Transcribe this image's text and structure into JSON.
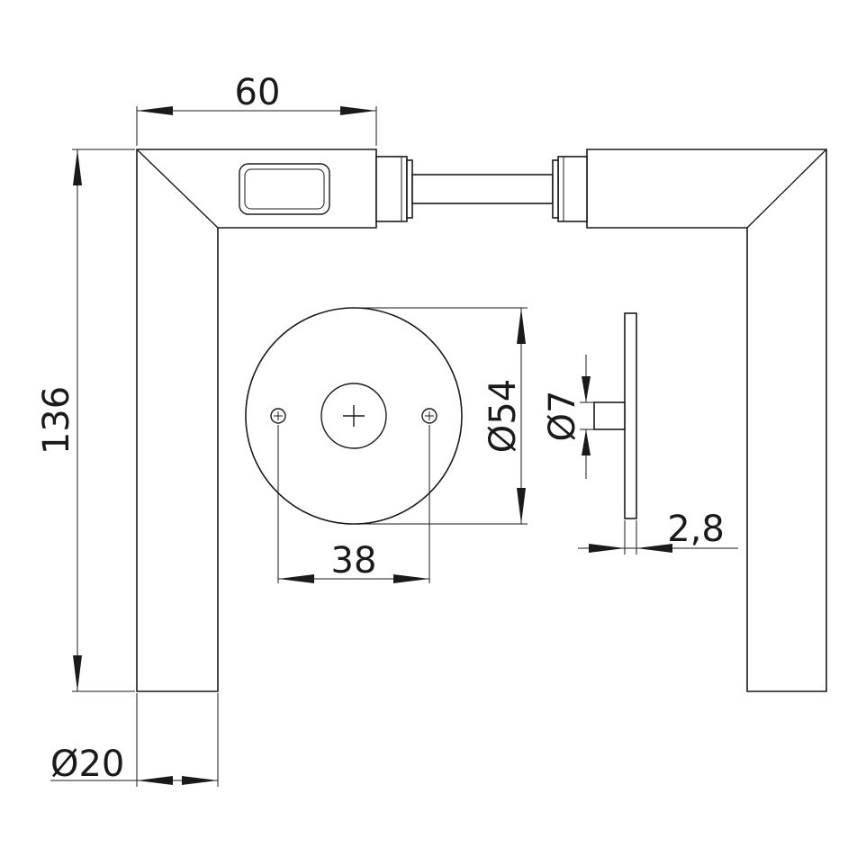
{
  "dimensions": {
    "width_top": "60",
    "height_left": "136",
    "rose_diameter": "Ø54",
    "screw_spacing": "38",
    "bar_diameter": "Ø20",
    "spindle_diameter": "Ø7",
    "rose_thickness": "2,8"
  },
  "colors": {
    "line": "#1a1a1a",
    "background": "#ffffff"
  }
}
